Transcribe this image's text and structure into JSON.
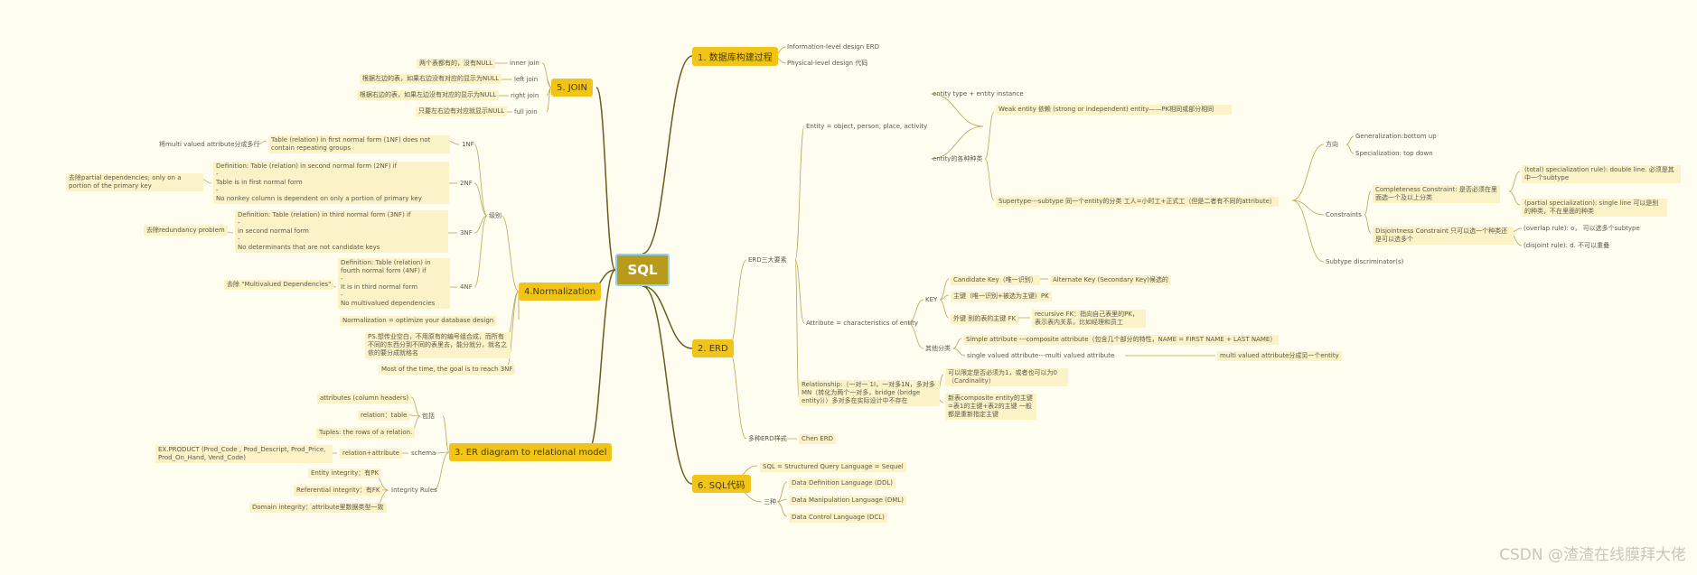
{
  "root": "SQL",
  "b1": {
    "title": "1. 数据库构建过程",
    "items": [
      "Information-level design  ERD",
      "Physical-level design 代码"
    ]
  },
  "b2": {
    "title": "2. ERD",
    "ent": "ERD三大要素",
    "entity": "Entity = object, person, place, activity",
    "et1": "entity type  + entity instance",
    "weak": "Weak entity 依赖 (strong or independent) entity——PK相同或部分相同",
    "kinds": "entity的各种种类",
    "super": "Supertype---subtype  同一个entity的分类  工人=小时工+正式工（但是二者有不同的attribute）",
    "dir": "方向",
    "gen": "Generalization:bottom up",
    "spec": "Specialization: top down",
    "cons": "Constraints",
    "comp": "Completeness Constraint:  是否必须在里面选一个及以上分类",
    "total": "(total) specialization rule): double line. 必须是其中一个subtype",
    "partial": "(partial specialization): single line 可以是别的种类，不在里面的种类",
    "disj": "Disjointness Constraint 只可以选一个种类还是可以选多个",
    "overlap": "(overlap rule): o，  可以选多个subtype",
    "disjoint": "(disjoint rule): d. 不可以重叠",
    "disc": "Subtype discriminator(s)",
    "attr": "Attribute = characteristics of entity",
    "key": "KEY",
    "cand": "Candidate Key（唯一识别）",
    "alt": "Alternate Key (Secondary Key)候选的",
    "pk": "主键（唯一识别+被选为主键）PK",
    "fk": "外键 别的表的主键  FK",
    "rec": "recursive FK：指向自己表里的PK，表示表内关系，比如经理和员工",
    "other": "其他分类",
    "simple": "Simple attribute ---composite attribute（包含几个部分的特性，NAME = FIRST NAME + LAST NAME）",
    "single": "single valued attribute---multi valued attribute",
    "multi": "multi valued attribute分成另一个entity",
    "rel": "Relationship:（一对一 1I，一对多1N，多对多MN（转化为两个一对多，bridge (bridge entity)））多对多在实际设计中不存在",
    "card": "可以限定是否必须为1，或者也可以为0（Cardinality）",
    "comp2": "新表composite entity的主键=表1的主键+表2的主键 一般都是重新指定主键",
    "style": "多种ERD样式",
    "chen": "Chen ERD"
  },
  "b3": {
    "title": "3. ER diagram to relational model",
    "incl": "包括",
    "i1": "attributes (column headers)",
    "i2": "relation：table",
    "i3": "Tuples: the rows of a relation.",
    "schema": "schema",
    "rel": "relation+attribute",
    "ex": "EX.PRODUCT (Prod_Code , Prod_Descript, Prod_Price, Prod_On_Hand, Vend_Code)",
    "rules": "Integrity Rules",
    "r1": "Entity integrity：有PK",
    "r2": "Referential integrity：有FK",
    "r3": "Domain integrity：attribute里数据类型一致"
  },
  "b4": {
    "title": "4.Normalization",
    "level": "级别",
    "n1": "1NF",
    "n1d": "Table (relation) in first normal form (1NF) does not contain repeating groups",
    "n1a": "将multi valued attribute分成多行",
    "n2": "2NF",
    "n2d": [
      "Definition: Table (relation) in second normal form (2NF) if",
      "-",
      "Table is in first normal form",
      "-",
      "No nonkey column is dependent on only a portion of primary key"
    ],
    "n2a": "去除partial dependencies; only on a portion of the primary key",
    "n3": "3NF",
    "n3d": [
      "Definition: Table (relation) in third normal form (3NF) if",
      "-",
      "in second normal form",
      "-",
      "No determinants that are not candidate keys"
    ],
    "n3a": "去除redundancy problem",
    "n4": "4NF",
    "n4d": [
      "Definition: Table (relation) in fourth normal form (4NF) if",
      "-",
      "It is in third normal form",
      "-",
      "No multivalued dependencies"
    ],
    "n4a": "去除 \"Multivalued Dependencies\"",
    "opt": "Normalization = optimize your database design",
    "ps": "PS.想传业空白，不用原有的编号组合成，而所有不同的东西分到不同的表里去，能分就分，就名之依的要分成就格名",
    "most": "Most of the time, the goal is to reach 3NF"
  },
  "b5": {
    "title": "5. JOIN",
    "joins": [
      {
        "k": "inner join",
        "d": "两个表都有的，没有NULL"
      },
      {
        "k": "left join",
        "d": "根据左边的表，如果右边没有对应的显示为NULL"
      },
      {
        "k": "right join",
        "d": "根据右边的表，如果左边没有对应的显示为NULL"
      },
      {
        "k": "full join",
        "d": "只要左右边有对应就显示NULL"
      }
    ]
  },
  "b6": {
    "title": "6. SQL代码",
    "seq": "SQL = Structured Query Language = Sequel",
    "three": "三种",
    "l1": "Data Definition Language (DDL)",
    "l2": "Data Manipulation Language (DML)",
    "l3": "Data Control Language (DCL)"
  },
  "watermark": "CSDN @渣渣在线膜拜大佬"
}
